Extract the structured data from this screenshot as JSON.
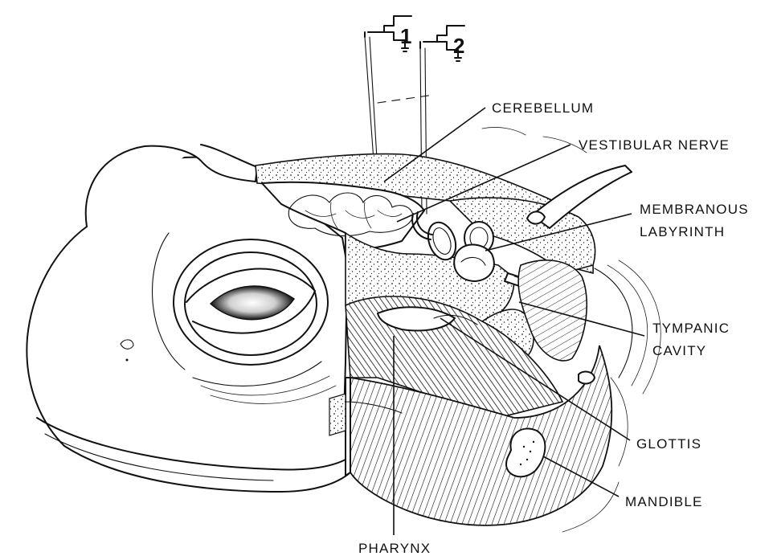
{
  "electrodes": [
    {
      "number": "1"
    },
    {
      "number": "2"
    }
  ],
  "labels": {
    "cerebellum": "CEREBELLUM",
    "vestibular_nerve": "VESTIBULAR NERVE",
    "membranous_line1": "MEMBRANOUS",
    "membranous_line2": "LABYRINTH",
    "tympanic_line1": "TYMPANIC",
    "tympanic_line2": "CAVITY",
    "glottis": "GLOTTIS",
    "mandible": "MANDIBLE",
    "pharynx": "PHARYNX"
  },
  "colors": {
    "ink": "#111111",
    "paper": "#ffffff"
  }
}
